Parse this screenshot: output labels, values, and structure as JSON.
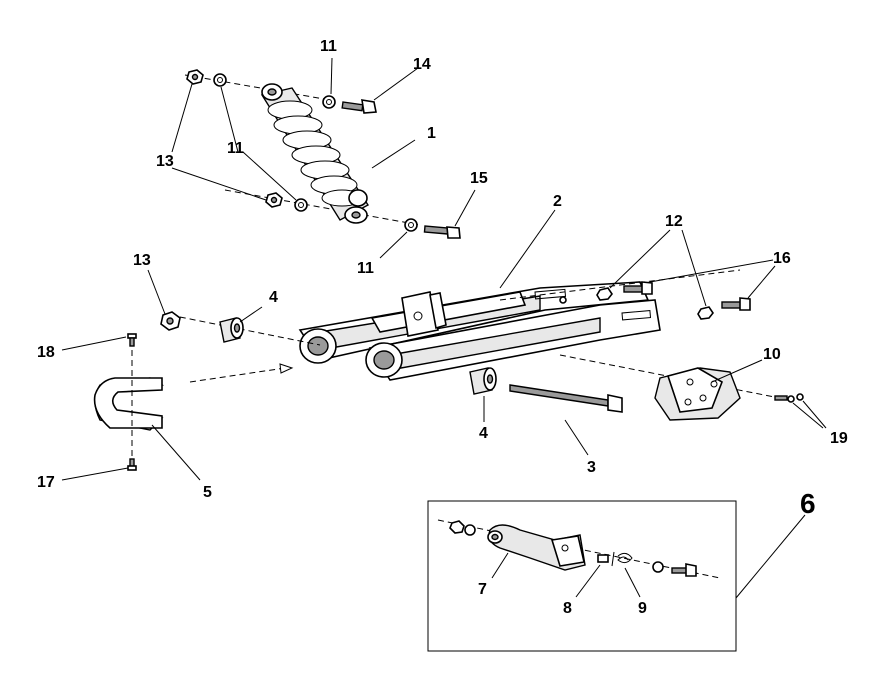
{
  "callouts": [
    {
      "id": "c1",
      "text": "1"
    },
    {
      "id": "c2",
      "text": "2"
    },
    {
      "id": "c3",
      "text": "3"
    },
    {
      "id": "c4a",
      "text": "4"
    },
    {
      "id": "c4b",
      "text": "4"
    },
    {
      "id": "c5",
      "text": "5"
    },
    {
      "id": "c6",
      "text": "6"
    },
    {
      "id": "c7",
      "text": "7"
    },
    {
      "id": "c8",
      "text": "8"
    },
    {
      "id": "c9",
      "text": "9"
    },
    {
      "id": "c10",
      "text": "10"
    },
    {
      "id": "c11a",
      "text": "11"
    },
    {
      "id": "c11b",
      "text": "11"
    },
    {
      "id": "c11c",
      "text": "11"
    },
    {
      "id": "c12",
      "text": "12"
    },
    {
      "id": "c13a",
      "text": "13"
    },
    {
      "id": "c13b",
      "text": "13"
    },
    {
      "id": "c14",
      "text": "14"
    },
    {
      "id": "c15",
      "text": "15"
    },
    {
      "id": "c16",
      "text": "16"
    },
    {
      "id": "c17",
      "text": "17"
    },
    {
      "id": "c18",
      "text": "18"
    },
    {
      "id": "c19",
      "text": "19"
    }
  ]
}
